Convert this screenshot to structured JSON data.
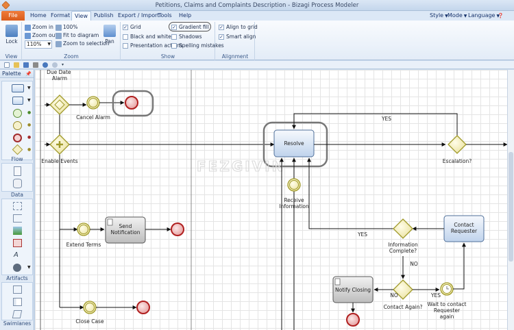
{
  "window": {
    "title": "Petitions, Claims and Complaints Description - Bizagi Process Modeler"
  },
  "menu": {
    "file": "File",
    "items": [
      "Home",
      "Format",
      "View",
      "Publish",
      "Export / Import",
      "Tools",
      "Help"
    ],
    "active": "View",
    "right": [
      "Style",
      "Mode",
      "Language"
    ]
  },
  "ribbon": {
    "view_group": {
      "label": "View",
      "lock": "Lock"
    },
    "zoom_group": {
      "label": "Zoom",
      "zoom_in": "Zoom in",
      "zoom_out": "Zoom out",
      "hundred": "100%",
      "fit": "Fit to diagram",
      "selection": "Zoom to selection",
      "pan": "Pan",
      "zoom_value": "110%"
    },
    "show_group": {
      "label": "Show",
      "grid": "Grid",
      "black_white": "Black and white",
      "presentation": "Presentation actions",
      "gradient": "Gradient fill",
      "shadows": "Shadows",
      "spelling": "Spelling mistakes"
    },
    "alignment_group": {
      "label": "Alignment",
      "align_grid": "Align to grid",
      "smart_align": "Smart align"
    }
  },
  "palette": {
    "title": "Palette",
    "sections": [
      "Flow",
      "Data",
      "Artifacts",
      "Swimlanes"
    ]
  },
  "diagram": {
    "due_date_alarm": "Due Date\nAlarm",
    "cancel_alarm": "Cancel Alarm",
    "enable_events": "Enable Events",
    "extend_terms": "Extend Terms",
    "send_notification": "Send\nNotification",
    "close_case": "Close Case",
    "resolve": "Resolve",
    "receive_information": "Receive\nInformation",
    "escalation": "Escalation?",
    "yes_top": "YES",
    "contact_requester": "Contact\nRequester",
    "information_complete": "Information\nComplete?",
    "yes_left": "YES",
    "no_mid": "NO",
    "notify_closing": "Notify Closing",
    "contact_again": "Contact Again?",
    "no_left": "NO",
    "yes_right": "YES",
    "wait_contact": "Wait to contact\nRequester\nagain",
    "watermark": "FEZGIVIN"
  }
}
